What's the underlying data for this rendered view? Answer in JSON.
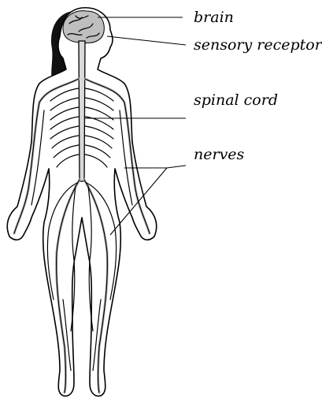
{
  "labels": {
    "brain": "brain",
    "sensory_receptor": "sensory receptor",
    "spinal_cord": "spinal cord",
    "nerves": "nerves"
  }
}
